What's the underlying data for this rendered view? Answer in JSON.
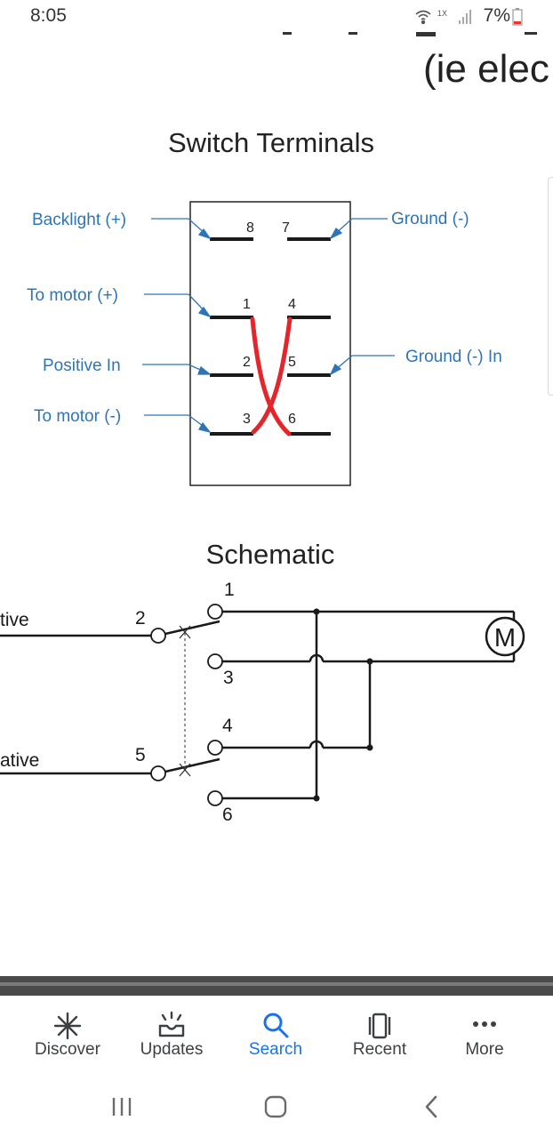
{
  "status": {
    "time": "8:05",
    "network": "1X",
    "battery": "7%"
  },
  "article": {
    "top_text": "(ie elec",
    "terminals_title": "Switch Terminals",
    "schematic_title": "Schematic",
    "labels_left": [
      "Backlight (+)",
      "To motor (+)",
      "Positive In",
      "To motor (-)"
    ],
    "labels_right": [
      "Ground (-)",
      "Ground (-) In"
    ],
    "pin_numbers": [
      "8",
      "7",
      "1",
      "4",
      "2",
      "5",
      "3",
      "6"
    ],
    "schematic_left_labels": [
      "tive",
      "ative"
    ],
    "schematic_numbers": [
      "1",
      "2",
      "3",
      "4",
      "5",
      "6"
    ],
    "motor_letter": "M"
  },
  "nav": {
    "items": [
      {
        "label": "Discover",
        "icon": "asterisk-icon"
      },
      {
        "label": "Updates",
        "icon": "updates-bell-icon"
      },
      {
        "label": "Search",
        "icon": "search-icon"
      },
      {
        "label": "Recent",
        "icon": "recent-cards-icon"
      },
      {
        "label": "More",
        "icon": "more-dots-icon"
      }
    ],
    "active": "Search"
  },
  "colors": {
    "label_blue": "#2e75b6",
    "crossover_red": "#e4252b",
    "active_blue": "#1a73e8"
  }
}
